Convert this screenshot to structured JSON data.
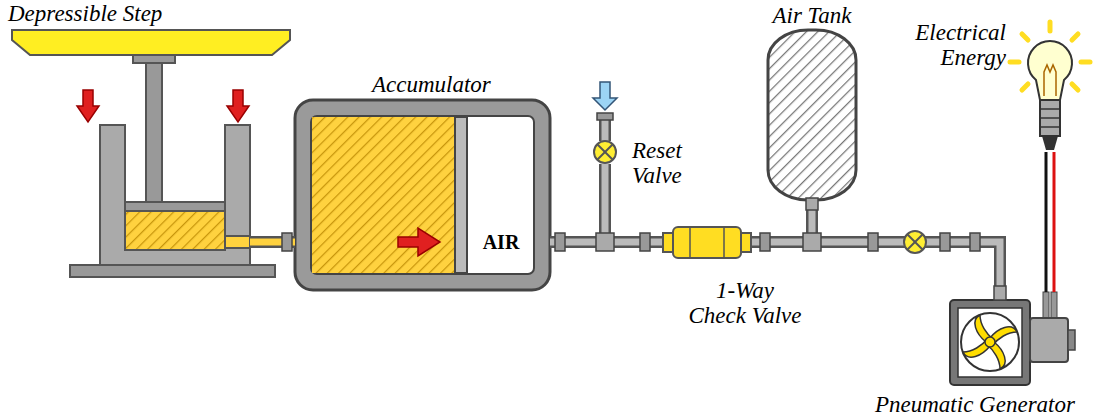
{
  "diagram": {
    "nodes": [
      {
        "text": [
          "Depressible Step"
        ]
      },
      {
        "text": [
          "Accumulator",
          "AIR"
        ]
      },
      {
        "text": [
          "Reset Valve"
        ]
      },
      {
        "text": [
          "1-Way Check Valve"
        ]
      },
      {
        "text": [
          "Air Tank"
        ]
      },
      {
        "text": [
          "Pneumatic Generator"
        ]
      },
      {
        "text": [
          "Electrical Energy"
        ]
      }
    ],
    "edges": [
      {
        "from": 0,
        "to": 1,
        "arrow": "none"
      },
      {
        "from": 1,
        "to": 2,
        "arrow": "none"
      },
      {
        "from": 1,
        "to": 3,
        "arrow": "none"
      },
      {
        "from": 3,
        "to": 4,
        "arrow": "none"
      },
      {
        "from": 3,
        "to": 5,
        "arrow": "none"
      },
      {
        "from": 5,
        "to": 6,
        "arrow": "none"
      }
    ]
  }
}
